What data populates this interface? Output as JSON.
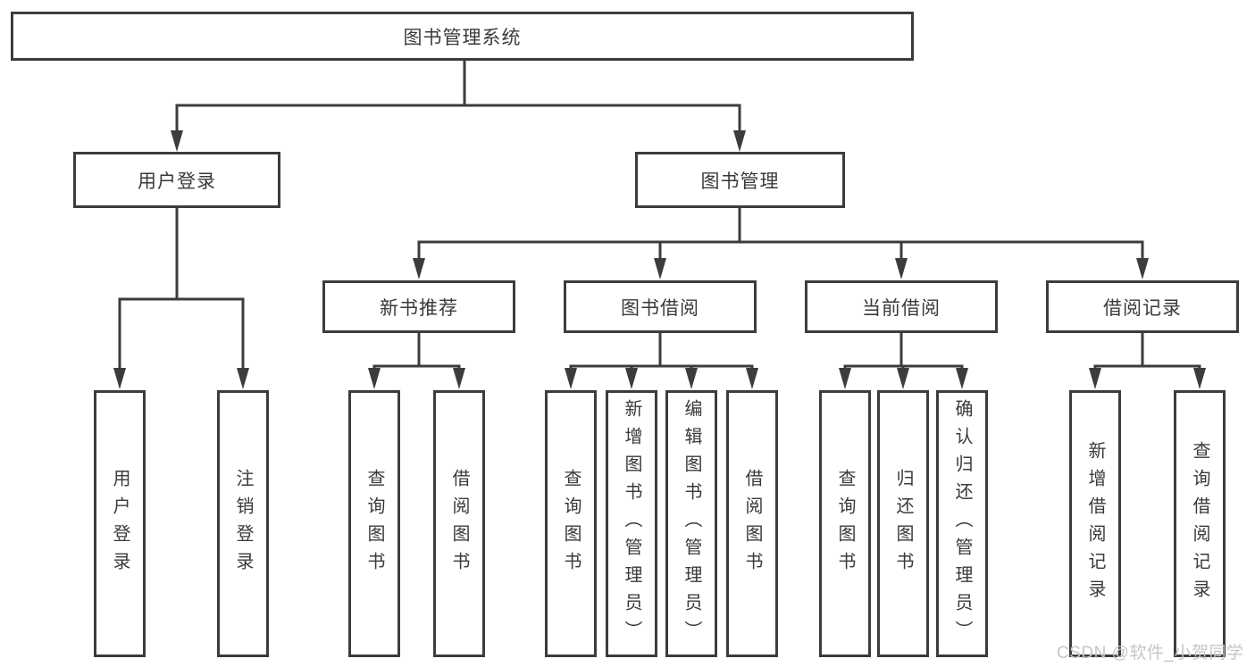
{
  "tree": {
    "root": {
      "label": "图书管理系统"
    },
    "level2": [
      {
        "label": "用户登录",
        "children": [
          {
            "label": "用户登录"
          },
          {
            "label": "注销登录"
          }
        ]
      },
      {
        "label": "图书管理",
        "children": [
          {
            "label": "新书推荐",
            "children": [
              {
                "label": "查询图书"
              },
              {
                "label": "借阅图书"
              }
            ]
          },
          {
            "label": "图书借阅",
            "children": [
              {
                "label": "查询图书"
              },
              {
                "label": "新增图书（管理员）"
              },
              {
                "label": "编辑图书（管理员）"
              },
              {
                "label": "借阅图书"
              }
            ]
          },
          {
            "label": "当前借阅",
            "children": [
              {
                "label": "查询图书"
              },
              {
                "label": "归还图书"
              },
              {
                "label": "确认归还（管理员）"
              }
            ]
          },
          {
            "label": "借阅记录",
            "children": [
              {
                "label": "新增借阅记录"
              },
              {
                "label": "查询借阅记录"
              }
            ]
          }
        ]
      }
    ]
  },
  "watermark": "CSDN @软件_小贺同学",
  "colors": {
    "line": "#3c3c3c",
    "text": "#3a3a3a",
    "box_fill": "#ffffff",
    "background": "#ffffff",
    "watermark": "#c6c6c6"
  }
}
